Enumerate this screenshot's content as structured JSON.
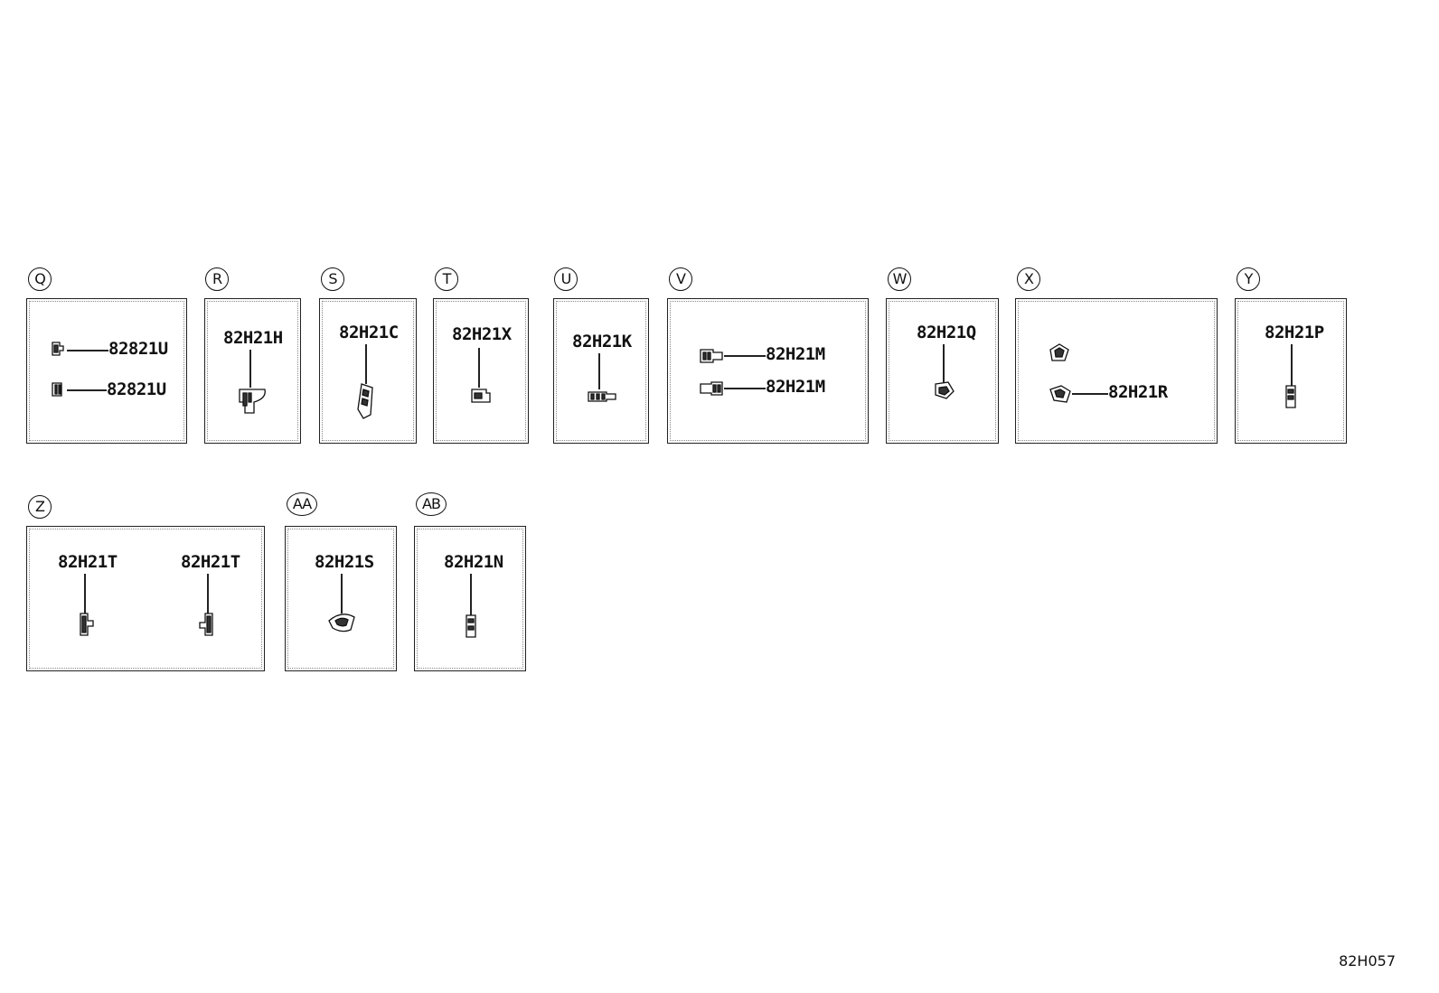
{
  "diagram_id": "82H057",
  "groups": [
    {
      "ref": "Q",
      "parts": [
        "82821U",
        "82821U"
      ]
    },
    {
      "ref": "R",
      "parts": [
        "82H21H"
      ]
    },
    {
      "ref": "S",
      "parts": [
        "82H21C"
      ]
    },
    {
      "ref": "T",
      "parts": [
        "82H21X"
      ]
    },
    {
      "ref": "U",
      "parts": [
        "82H21K"
      ]
    },
    {
      "ref": "V",
      "parts": [
        "82H21M",
        "82H21M"
      ]
    },
    {
      "ref": "W",
      "parts": [
        "82H21Q"
      ]
    },
    {
      "ref": "X",
      "parts": [
        "82H21R"
      ]
    },
    {
      "ref": "Y",
      "parts": [
        "82H21P"
      ]
    },
    {
      "ref": "Z",
      "parts": [
        "82H21T",
        "82H21T"
      ]
    },
    {
      "ref": "AA",
      "parts": [
        "82H21S"
      ]
    },
    {
      "ref": "AB",
      "parts": [
        "82H21N"
      ]
    }
  ]
}
